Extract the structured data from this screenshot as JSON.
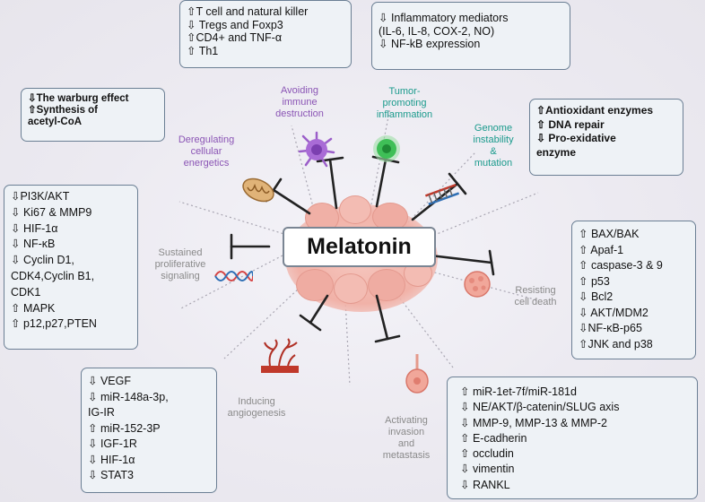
{
  "center": {
    "label": "Melatonin"
  },
  "hallmarks": {
    "energetics": [
      "Deregulating",
      "cellular",
      "energetics"
    ],
    "immune": [
      "Avoiding",
      "immune",
      "destruction"
    ],
    "inflammation": [
      "Tumor-",
      "promoting",
      "inflammation"
    ],
    "genome": [
      "Genome",
      "instability",
      "&",
      "mutation"
    ],
    "proliferative": [
      "Sustained",
      "proliferative",
      "signaling"
    ],
    "cell_death": [
      "Resisting",
      "cell death"
    ],
    "angiogenesis": [
      "Inducing",
      "angiogenesis"
    ],
    "invasion": [
      "Activating",
      "invasion",
      "and",
      "metastasis"
    ]
  },
  "boxes": {
    "energetics": [
      "⇩The warburg effect",
      "⇧Synthesis of",
      "acetyl-CoA"
    ],
    "immune": [
      "⇧T cell and natural killer",
      "⇩ Tregs and Foxp3",
      "⇧CD4+ and TNF-α",
      "⇧ Th1"
    ],
    "inflammation": [
      "⇩ Inflammatory mediators",
      "(IL-6, IL-8, COX-2, NO)",
      "⇩ NF-kB expression"
    ],
    "genome": [
      "⇧Antioxidant enzymes",
      "⇧ DNA repair",
      "⇩ Pro-exidative",
      "enzyme"
    ],
    "proliferative": [
      "⇩PI3K/AKT",
      "⇩ Ki67 & MMP9",
      "⇩ HIF-1α",
      "⇩ NF-κB",
      "⇩ Cyclin D1,",
      "CDK4,Cyclin B1,",
      "CDK1",
      "⇧ MAPK",
      "⇧ p12,p27,PTEN"
    ],
    "cell_death": [
      "⇧ BAX/BAK",
      "⇧ Apaf-1",
      "⇧ caspase-3 & 9",
      "⇧ p53",
      "⇩ Bcl2",
      "⇩ AKT/MDM2",
      "⇩NF-κB-p65",
      "⇧JNK and p38"
    ],
    "angiogenesis": [
      "⇩ VEGF",
      "⇩ miR-148a-3p,",
      "IG-IR",
      "⇧ miR-152-3P",
      "⇩ IGF-1R",
      "⇩ HIF-1α",
      "⇩ STAT3"
    ],
    "invasion": [
      "⇧ miR-1et-7f/miR-181d",
      "⇩ NE/AKT/β-catenin/SLUG axis",
      "⇩ MMP-9, MMP-13 & MMP-2",
      "⇧ E-cadherin",
      "⇧ occludin",
      "⇩ vimentin",
      "⇩ RANKL"
    ]
  }
}
